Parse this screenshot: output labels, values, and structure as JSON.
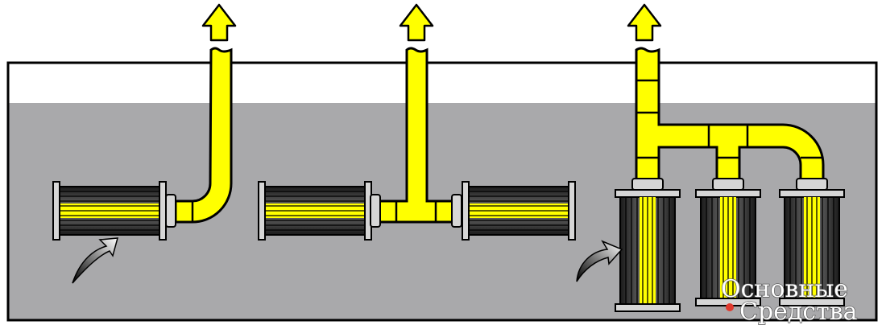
{
  "diagram": {
    "colors": {
      "pipe": "#ffff00",
      "outline": "#000000",
      "liquid": "#a9a9ab",
      "tank_air": "#ffffff",
      "nut": "#d6d6d6"
    },
    "outlet_arrows": [
      "up-arrow",
      "up-arrow",
      "up-arrow"
    ],
    "inlet_arrows": [
      "curved-arrow",
      "curved-arrow"
    ],
    "configurations": [
      {
        "name": "single-horizontal-filter",
        "filters": 1,
        "orientation": "horizontal"
      },
      {
        "name": "tee-pair-horizontal-filters",
        "filters": 2,
        "orientation": "horizontal"
      },
      {
        "name": "manifold-vertical-filters",
        "filters": 3,
        "orientation": "vertical"
      }
    ]
  },
  "watermark": {
    "line1": "Основные",
    "line2": "Средства",
    "dot_color": "#e03a2e"
  }
}
